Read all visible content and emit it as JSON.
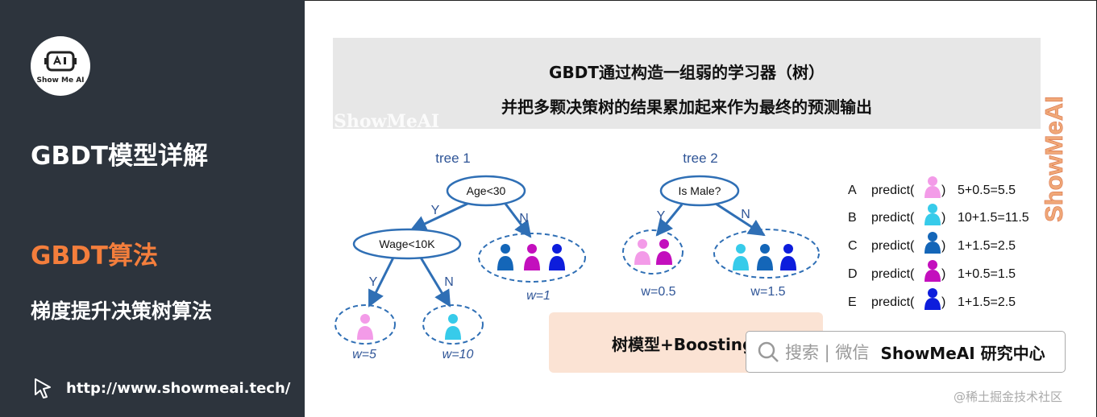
{
  "sidebar": {
    "logo_text": "Show Me AI",
    "title": "GBDT模型详解",
    "subtitle": "GBDT算法",
    "subtitle2": "梯度提升决策树算法",
    "url": "http://www.showmeai.tech/"
  },
  "banner": {
    "line1": "GBDT通过构造一组弱的学习器（树）",
    "line2": "并把多颗决策树的结果累加起来作为最终的预测输出"
  },
  "watermarks": {
    "banner": "ShowMeAI",
    "vertical": "ShowMeAI"
  },
  "tree1": {
    "title": "tree 1",
    "root": "Age<30",
    "left_node": "Wage<10K",
    "edge_yes": "Y",
    "edge_no": "N",
    "leaf_right_weight": "w=1",
    "leaf_ll_weight": "w=5",
    "leaf_lr_weight": "w=10"
  },
  "tree2": {
    "title": "tree 2",
    "root": "Is Male?",
    "edge_yes": "Y",
    "edge_no": "N",
    "leaf_left_weight": "w=0.5",
    "leaf_right_weight": "w=1.5"
  },
  "predictions": [
    {
      "id": "A",
      "label": "predict(",
      "close": ")",
      "color": "#f39be8",
      "result": "5+0.5=5.5"
    },
    {
      "id": "B",
      "label": "predict(",
      "close": ")",
      "color": "#37cbea",
      "result": "10+1.5=11.5"
    },
    {
      "id": "C",
      "label": "predict(",
      "close": ")",
      "color": "#1466b8",
      "result": "1+1.5=2.5"
    },
    {
      "id": "D",
      "label": "predict(",
      "close": ")",
      "color": "#c30fbd",
      "result": "1+0.5=1.5"
    },
    {
      "id": "E",
      "label": "predict(",
      "close": ")",
      "color": "#0d1ddc",
      "result": "1+1.5=2.5"
    }
  ],
  "colors": {
    "tree": "#2f6fb5",
    "pink": "#f39be8",
    "cyan": "#37cbea",
    "steel": "#1466b8",
    "magenta": "#c30fbd",
    "blue": "#0d1ddc",
    "accent": "#f47e3c",
    "sidebar_bg": "#2d343d"
  },
  "boosting_label": "树模型+Boosting",
  "search": {
    "hint": "搜索 | 微信",
    "brand": "ShowMeAI 研究中心"
  },
  "credit": "@稀土掘金技术社区"
}
